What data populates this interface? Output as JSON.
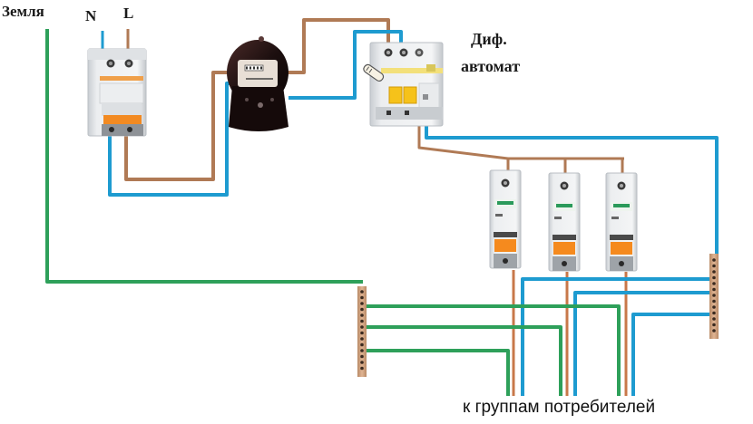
{
  "labels": {
    "ground": "Земля",
    "neutral": "N",
    "line": "L",
    "rcbo_line1": "Диф.",
    "rcbo_line2": "автомат",
    "consumers": "к группам потребителей"
  },
  "components": {
    "input_breaker": {
      "type": "2-pole circuit breaker",
      "poles": 2
    },
    "meter": {
      "type": "electricity meter"
    },
    "rcbo": {
      "type": "RCBO (differential breaker)",
      "poles": 2
    },
    "group_breakers": {
      "type": "1-pole circuit breaker",
      "count": 3
    },
    "ground_bus": {
      "type": "ground (PE) bus bar"
    },
    "neutral_bus": {
      "type": "neutral (N) bus bar"
    }
  },
  "wire_colors": {
    "phase": "#b07a55",
    "neutral": "#1e9bd0",
    "ground": "#2ea05a",
    "phase_thin": "#c8784a"
  }
}
